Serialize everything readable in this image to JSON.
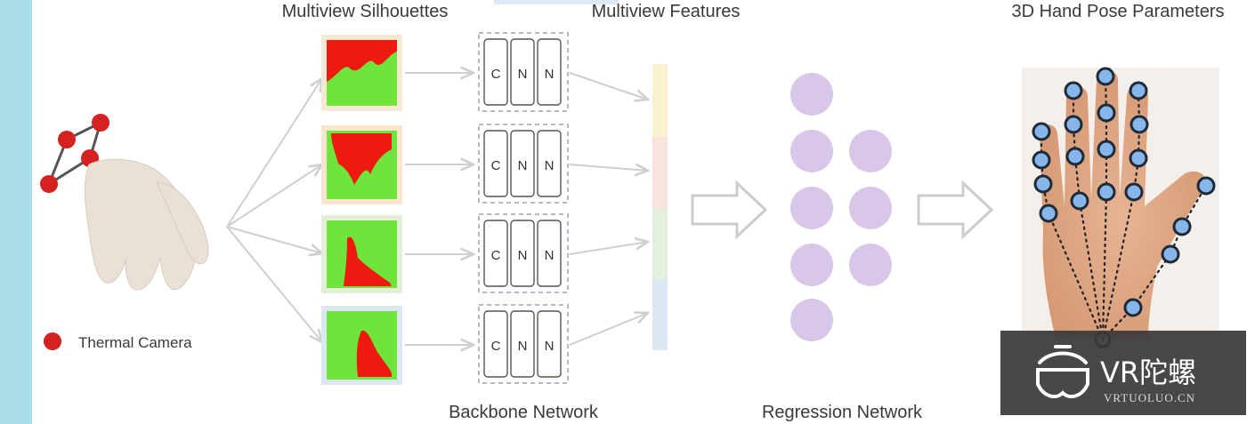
{
  "headings": {
    "silhouettes": "Multiview Silhouettes",
    "features": "Multiview Features",
    "pose": "3D Hand Pose Parameters"
  },
  "legend": {
    "label": "Thermal Camera"
  },
  "sections": {
    "backbone": "Backbone Network",
    "regression": "Regression Network"
  },
  "cnn_letters": [
    "C",
    "N",
    "N"
  ],
  "watermark": {
    "brand": "VR陀螺",
    "url": "VRTUOLUO.CN"
  },
  "colors": {
    "left_strip": "#a9ddea",
    "camera_red": "#d42222",
    "silhouette_red": "#ee1a10",
    "silhouette_green": "#6fe43b",
    "node_purple": "#d8c7e8",
    "joint_blue": "#86b6ea",
    "feature_band_yellow": "#fbf0d0",
    "feature_band_pink": "#f8e4dc",
    "feature_band_green": "#e4efe0",
    "feature_band_blue": "#dde6f3",
    "watermark_bg": "#3a3a3a"
  }
}
